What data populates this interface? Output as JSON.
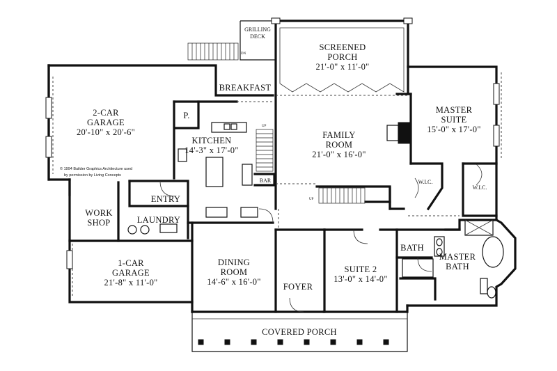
{
  "rooms": {
    "grilling_deck": {
      "line1": "GRILLING",
      "line2": "DECK"
    },
    "screened_porch": {
      "line1": "SCREENED",
      "line2": "PORCH",
      "size": "21'-0\" x 11'-0\""
    },
    "breakfast": {
      "name": "BREAKFAST"
    },
    "garage2": {
      "line1": "2-CAR",
      "line2": "GARAGE",
      "size": "20'-10\" x 20'-6\""
    },
    "pantry": {
      "name": "P."
    },
    "kitchen": {
      "name": "KITCHEN",
      "size": "14'-3\" x 17'-0\""
    },
    "family_room": {
      "line1": "FAMILY",
      "line2": "ROOM",
      "size": "21'-0\" x 16'-0\""
    },
    "master_suite": {
      "line1": "MASTER",
      "line2": "SUITE",
      "size": "15'-0\" x 17'-0\""
    },
    "bar": {
      "name": "BAR"
    },
    "wic1": {
      "name": "W.I.C."
    },
    "wic2": {
      "name": "W.I.C."
    },
    "entry": {
      "name": "ENTRY"
    },
    "workshop": {
      "line1": "WORK",
      "line2": "SHOP"
    },
    "laundry": {
      "name": "LAUNDRY"
    },
    "garage1": {
      "line1": "1-CAR",
      "line2": "GARAGE",
      "size": "21'-8\" x 11'-0\""
    },
    "dining_room": {
      "line1": "DINING",
      "line2": "ROOM",
      "size": "14'-6\" x 16'-0\""
    },
    "foyer": {
      "name": "FOYER"
    },
    "suite2": {
      "name": "SUITE 2",
      "size": "13'-0\" x 14'-0\""
    },
    "bath": {
      "name": "BATH"
    },
    "master_bath": {
      "line1": "MASTER",
      "line2": "BATH"
    },
    "covered_porch": {
      "name": "COVERED PORCH"
    }
  },
  "marks": {
    "dn": "DN",
    "up1": "UP",
    "up2": "UP"
  },
  "copyright": {
    "line1": "© 1994 Builder Graphics Architecture used",
    "line2": "by permission by Living Concepts"
  }
}
